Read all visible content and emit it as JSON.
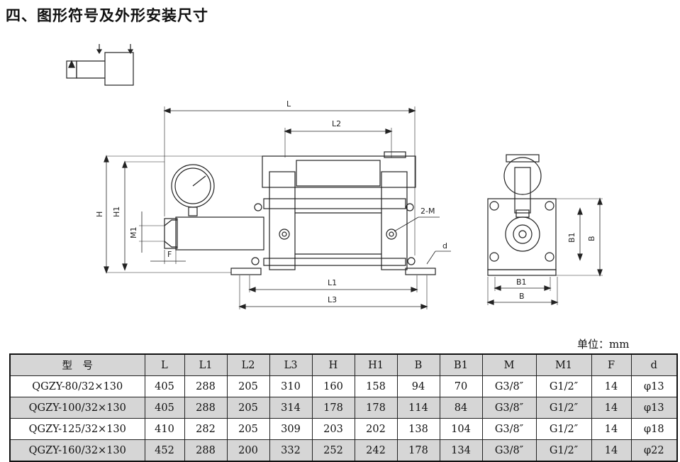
{
  "title": "四、图形符号及外形安装尺寸",
  "unit_label": "单位：mm",
  "drawing_labels": {
    "L": "L",
    "L2": "L2",
    "L1": "L1",
    "L3": "L3",
    "H": "H",
    "H1": "H1",
    "M1": "M1",
    "F": "F",
    "port": "2-M",
    "d": "d",
    "B": "B",
    "B1": "B1",
    "B_bottom": "B",
    "B1_bottom": "B1"
  },
  "table": {
    "headers": [
      "型　号",
      "L",
      "L1",
      "L2",
      "L3",
      "H",
      "H1",
      "B",
      "B1",
      "M",
      "M1",
      "F",
      "d"
    ],
    "rows": [
      [
        "QGZY-80/32×130",
        "405",
        "288",
        "205",
        "310",
        "160",
        "158",
        "94",
        "70",
        "G3/8″",
        "G1/2″",
        "14",
        "φ13"
      ],
      [
        "QGZY-100/32×130",
        "405",
        "288",
        "205",
        "314",
        "178",
        "178",
        "114",
        "84",
        "G3/8″",
        "G1/2″",
        "14",
        "φ13"
      ],
      [
        "QGZY-125/32×130",
        "410",
        "282",
        "205",
        "309",
        "203",
        "202",
        "138",
        "104",
        "G3/8″",
        "G1/2″",
        "14",
        "φ18"
      ],
      [
        "QGZY-160/32×130",
        "452",
        "288",
        "200",
        "332",
        "252",
        "242",
        "178",
        "134",
        "G3/8″",
        "G1/2″",
        "14",
        "φ22"
      ]
    ]
  }
}
